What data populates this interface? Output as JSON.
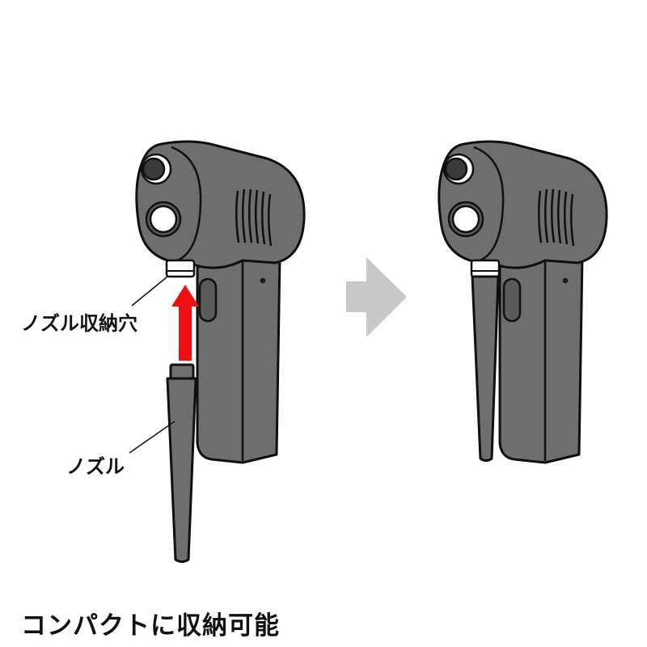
{
  "labels": {
    "nozzle_storage_hole": "ノズル収納穴",
    "nozzle": "ノズル"
  },
  "caption": "コンパクトに収納可能",
  "colors": {
    "body": "#6e6e70",
    "body_dark": "#4a4a4c",
    "outline": "#0f0f0f",
    "ring_white": "#ffffff",
    "insert_arrow": "#ee1111",
    "transition_arrow": "#c8c8c8",
    "background": "#ffffff"
  },
  "figures": [
    {
      "name": "before",
      "description": "device with nozzle detached below storage hole, red arrow pointing up"
    },
    {
      "name": "after",
      "description": "device with nozzle stored alongside grip"
    }
  ]
}
